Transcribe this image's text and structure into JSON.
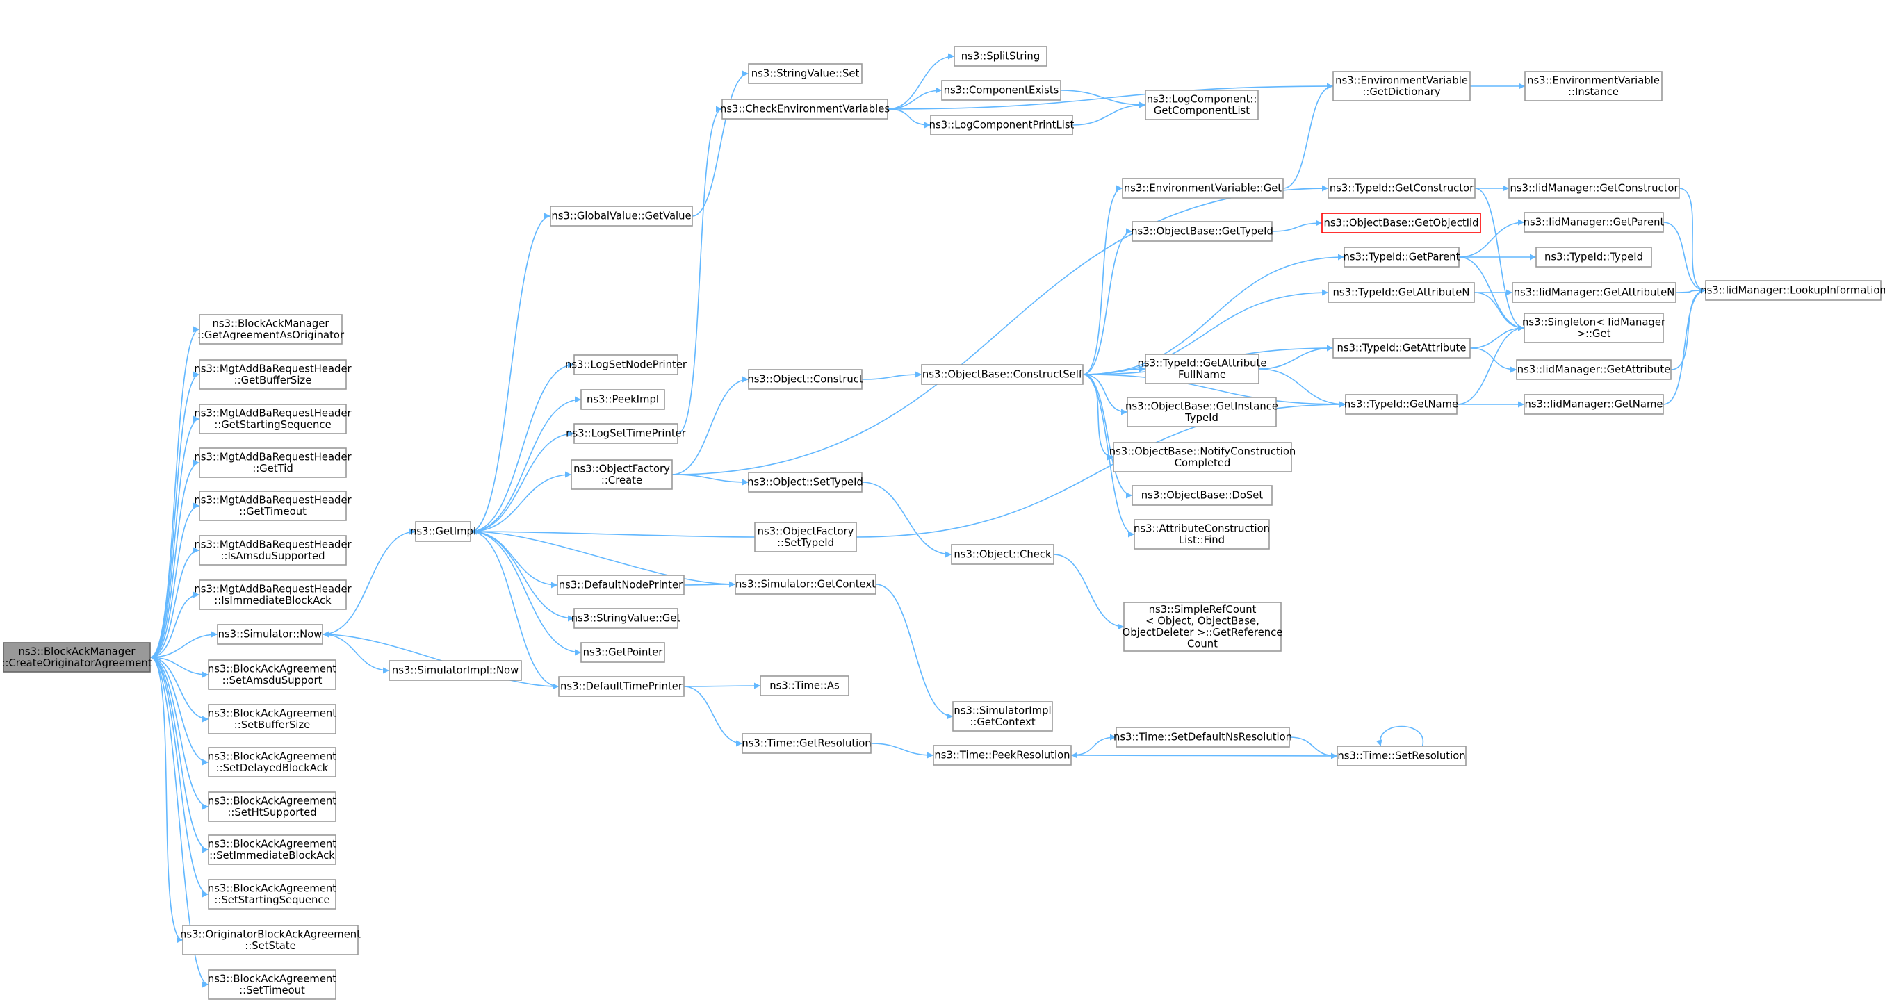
{
  "graph_title": "",
  "colors": {
    "edge": "#63b8ff",
    "node_border": "#999999",
    "root_fill": "#999999",
    "missing_border": "#ff0000"
  },
  "nodes": [
    {
      "id": "root",
      "lines": [
        "ns3::BlockAckManager",
        "::CreateOriginatorAgreement"
      ],
      "kind": "root"
    },
    {
      "id": "getAgreementAsOriginator",
      "lines": [
        "ns3::BlockAckManager",
        "::GetAgreementAsOriginator"
      ]
    },
    {
      "id": "mgtGetBufferSize",
      "lines": [
        "ns3::MgtAddBaRequestHeader",
        "::GetBufferSize"
      ]
    },
    {
      "id": "mgtGetStartingSequence",
      "lines": [
        "ns3::MgtAddBaRequestHeader",
        "::GetStartingSequence"
      ]
    },
    {
      "id": "mgtGetTid",
      "lines": [
        "ns3::MgtAddBaRequestHeader",
        "::GetTid"
      ]
    },
    {
      "id": "mgtGetTimeout",
      "lines": [
        "ns3::MgtAddBaRequestHeader",
        "::GetTimeout"
      ]
    },
    {
      "id": "mgtIsAmsduSupported",
      "lines": [
        "ns3::MgtAddBaRequestHeader",
        "::IsAmsduSupported"
      ]
    },
    {
      "id": "mgtIsImmediateBlockAck",
      "lines": [
        "ns3::MgtAddBaRequestHeader",
        "::IsImmediateBlockAck"
      ]
    },
    {
      "id": "simulatorNow",
      "lines": [
        "ns3::Simulator::Now"
      ]
    },
    {
      "id": "baSetAmsduSupport",
      "lines": [
        "ns3::BlockAckAgreement",
        "::SetAmsduSupport"
      ]
    },
    {
      "id": "baSetBufferSize",
      "lines": [
        "ns3::BlockAckAgreement",
        "::SetBufferSize"
      ]
    },
    {
      "id": "baSetDelayedBlockAck",
      "lines": [
        "ns3::BlockAckAgreement",
        "::SetDelayedBlockAck"
      ]
    },
    {
      "id": "baSetHtSupported",
      "lines": [
        "ns3::BlockAckAgreement",
        "::SetHtSupported"
      ]
    },
    {
      "id": "baSetImmediateBlockAck",
      "lines": [
        "ns3::BlockAckAgreement",
        "::SetImmediateBlockAck"
      ]
    },
    {
      "id": "baSetStartingSequence",
      "lines": [
        "ns3::BlockAckAgreement",
        "::SetStartingSequence"
      ]
    },
    {
      "id": "obaSetState",
      "lines": [
        "ns3::OriginatorBlockAckAgreement",
        "::SetState"
      ]
    },
    {
      "id": "baSetTimeout",
      "lines": [
        "ns3::BlockAckAgreement",
        "::SetTimeout"
      ]
    },
    {
      "id": "getImpl",
      "lines": [
        "ns3::GetImpl"
      ]
    },
    {
      "id": "simImplNow",
      "lines": [
        "ns3::SimulatorImpl::Now"
      ]
    },
    {
      "id": "globalValueGetValue",
      "lines": [
        "ns3::GlobalValue::GetValue"
      ]
    },
    {
      "id": "logSetNodePrinter",
      "lines": [
        "ns3::LogSetNodePrinter"
      ]
    },
    {
      "id": "peekImpl",
      "lines": [
        "ns3::PeekImpl"
      ]
    },
    {
      "id": "logSetTimePrinter",
      "lines": [
        "ns3::LogSetTimePrinter"
      ]
    },
    {
      "id": "objectFactoryCreate",
      "lines": [
        "ns3::ObjectFactory",
        "::Create"
      ]
    },
    {
      "id": "defaultNodePrinter",
      "lines": [
        "ns3::DefaultNodePrinter"
      ]
    },
    {
      "id": "stringValueGet",
      "lines": [
        "ns3::StringValue::Get"
      ]
    },
    {
      "id": "getPointer",
      "lines": [
        "ns3::GetPointer"
      ]
    },
    {
      "id": "defaultTimePrinter",
      "lines": [
        "ns3::DefaultTimePrinter"
      ]
    },
    {
      "id": "stringValueSet",
      "lines": [
        "ns3::StringValue::Set"
      ]
    },
    {
      "id": "checkEnvVars",
      "lines": [
        "ns3::CheckEnvironmentVariables"
      ]
    },
    {
      "id": "objectConstruct",
      "lines": [
        "ns3::Object::Construct"
      ]
    },
    {
      "id": "objectSetTypeId",
      "lines": [
        "ns3::Object::SetTypeId"
      ]
    },
    {
      "id": "objectFactorySetTypeId",
      "lines": [
        "ns3::ObjectFactory",
        "::SetTypeId"
      ]
    },
    {
      "id": "simulatorGetContext",
      "lines": [
        "ns3::Simulator::GetContext"
      ]
    },
    {
      "id": "timeAs",
      "lines": [
        "ns3::Time::As"
      ]
    },
    {
      "id": "timeGetResolution",
      "lines": [
        "ns3::Time::GetResolution"
      ]
    },
    {
      "id": "splitString",
      "lines": [
        "ns3::SplitString"
      ]
    },
    {
      "id": "componentExists",
      "lines": [
        "ns3::ComponentExists"
      ]
    },
    {
      "id": "logComponentPrintList",
      "lines": [
        "ns3::LogComponentPrintList"
      ]
    },
    {
      "id": "objectBaseConstructSelf",
      "lines": [
        "ns3::ObjectBase::ConstructSelf"
      ]
    },
    {
      "id": "objectCheck",
      "lines": [
        "ns3::Object::Check"
      ]
    },
    {
      "id": "simImplGetContext",
      "lines": [
        "ns3::SimulatorImpl",
        "::GetContext"
      ]
    },
    {
      "id": "timePeekResolution",
      "lines": [
        "ns3::Time::PeekResolution"
      ]
    },
    {
      "id": "logComponentGetList",
      "lines": [
        "ns3::LogComponent::",
        "GetComponentList"
      ]
    },
    {
      "id": "envVarGet",
      "lines": [
        "ns3::EnvironmentVariable::Get"
      ]
    },
    {
      "id": "objectBaseGetTypeId",
      "lines": [
        "ns3::ObjectBase::GetTypeId"
      ]
    },
    {
      "id": "typeIdGetAttributeFullName",
      "lines": [
        "ns3::TypeId::GetAttribute",
        "FullName"
      ]
    },
    {
      "id": "objectBaseGetInstanceTypeId",
      "lines": [
        "ns3::ObjectBase::GetInstance",
        "TypeId"
      ]
    },
    {
      "id": "objectBaseNotifyConstruction",
      "lines": [
        "ns3::ObjectBase::NotifyConstruction",
        "Completed"
      ]
    },
    {
      "id": "objectBaseDoSet",
      "lines": [
        "ns3::ObjectBase::DoSet"
      ]
    },
    {
      "id": "attrConstructionListFind",
      "lines": [
        "ns3::AttributeConstruction",
        "List::Find"
      ]
    },
    {
      "id": "simpleRefCount",
      "lines": [
        "ns3::SimpleRefCount",
        "< Object, ObjectBase,",
        "ObjectDeleter >::GetReference",
        "Count"
      ]
    },
    {
      "id": "timeSetDefaultNsResolution",
      "lines": [
        "ns3::Time::SetDefaultNsResolution"
      ]
    },
    {
      "id": "envVarGetDictionary",
      "lines": [
        "ns3::EnvironmentVariable",
        "::GetDictionary"
      ]
    },
    {
      "id": "typeIdGetConstructor",
      "lines": [
        "ns3::TypeId::GetConstructor"
      ]
    },
    {
      "id": "objectBaseGetObjectIid",
      "lines": [
        "ns3::ObjectBase::GetObjectIid"
      ],
      "kind": "red"
    },
    {
      "id": "typeIdGetParent",
      "lines": [
        "ns3::TypeId::GetParent"
      ]
    },
    {
      "id": "typeIdGetAttributeN",
      "lines": [
        "ns3::TypeId::GetAttributeN"
      ]
    },
    {
      "id": "typeIdGetAttribute",
      "lines": [
        "ns3::TypeId::GetAttribute"
      ]
    },
    {
      "id": "typeIdGetName",
      "lines": [
        "ns3::TypeId::GetName"
      ]
    },
    {
      "id": "timeSetResolution",
      "lines": [
        "ns3::Time::SetResolution"
      ]
    },
    {
      "id": "envVarInstance",
      "lines": [
        "ns3::EnvironmentVariable",
        "::Instance"
      ]
    },
    {
      "id": "iidGetConstructor",
      "lines": [
        "ns3::IidManager::GetConstructor"
      ]
    },
    {
      "id": "iidGetParent",
      "lines": [
        "ns3::IidManager::GetParent"
      ]
    },
    {
      "id": "typeIdTypeId",
      "lines": [
        "ns3::TypeId::TypeId"
      ]
    },
    {
      "id": "iidGetAttributeN",
      "lines": [
        "ns3::IidManager::GetAttributeN"
      ]
    },
    {
      "id": "singletonGet",
      "lines": [
        "ns3::Singleton< IidManager",
        ">::Get"
      ]
    },
    {
      "id": "iidGetAttribute",
      "lines": [
        "ns3::IidManager::GetAttribute"
      ]
    },
    {
      "id": "iidGetName",
      "lines": [
        "ns3::IidManager::GetName"
      ]
    },
    {
      "id": "iidLookupInformation",
      "lines": [
        "ns3::IidManager::LookupInformation"
      ]
    }
  ],
  "edges": [
    [
      "root",
      "getAgreementAsOriginator"
    ],
    [
      "root",
      "mgtGetBufferSize"
    ],
    [
      "root",
      "mgtGetStartingSequence"
    ],
    [
      "root",
      "mgtGetTid"
    ],
    [
      "root",
      "mgtGetTimeout"
    ],
    [
      "root",
      "mgtIsAmsduSupported"
    ],
    [
      "root",
      "mgtIsImmediateBlockAck"
    ],
    [
      "root",
      "simulatorNow"
    ],
    [
      "root",
      "baSetAmsduSupport"
    ],
    [
      "root",
      "baSetBufferSize"
    ],
    [
      "root",
      "baSetDelayedBlockAck"
    ],
    [
      "root",
      "baSetHtSupported"
    ],
    [
      "root",
      "baSetImmediateBlockAck"
    ],
    [
      "root",
      "baSetStartingSequence"
    ],
    [
      "root",
      "obaSetState"
    ],
    [
      "root",
      "baSetTimeout"
    ],
    [
      "simulatorNow",
      "getImpl"
    ],
    [
      "simulatorNow",
      "simImplNow"
    ],
    [
      "getImpl",
      "globalValueGetValue"
    ],
    [
      "getImpl",
      "logSetNodePrinter"
    ],
    [
      "getImpl",
      "peekImpl"
    ],
    [
      "getImpl",
      "logSetTimePrinter"
    ],
    [
      "getImpl",
      "objectFactoryCreate"
    ],
    [
      "getImpl",
      "defaultNodePrinter"
    ],
    [
      "getImpl",
      "stringValueGet"
    ],
    [
      "getImpl",
      "getPointer"
    ],
    [
      "getImpl",
      "defaultTimePrinter"
    ],
    [
      "globalValueGetValue",
      "stringValueSet"
    ],
    [
      "logSetTimePrinter",
      "checkEnvVars"
    ],
    [
      "objectFactoryCreate",
      "objectConstruct"
    ],
    [
      "objectFactoryCreate",
      "objectSetTypeId"
    ],
    [
      "objectFactoryCreate",
      "typeIdGetConstructor"
    ],
    [
      "objectFactorySetTypeId",
      "getImpl"
    ],
    [
      "objectFactorySetTypeId",
      "typeIdGetName"
    ],
    [
      "defaultNodePrinter",
      "simulatorGetContext"
    ],
    [
      "simulatorGetContext",
      "getImpl"
    ],
    [
      "simulatorGetContext",
      "simImplGetContext"
    ],
    [
      "defaultTimePrinter",
      "simulatorNow"
    ],
    [
      "defaultTimePrinter",
      "timeAs"
    ],
    [
      "defaultTimePrinter",
      "timeGetResolution"
    ],
    [
      "checkEnvVars",
      "splitString"
    ],
    [
      "checkEnvVars",
      "componentExists"
    ],
    [
      "checkEnvVars",
      "logComponentPrintList"
    ],
    [
      "checkEnvVars",
      "envVarGetDictionary"
    ],
    [
      "componentExists",
      "logComponentGetList"
    ],
    [
      "logComponentPrintList",
      "logComponentGetList"
    ],
    [
      "objectConstruct",
      "objectBaseConstructSelf"
    ],
    [
      "objectSetTypeId",
      "objectCheck"
    ],
    [
      "objectCheck",
      "simpleRefCount"
    ],
    [
      "timeGetResolution",
      "timePeekResolution"
    ],
    [
      "timePeekResolution",
      "timeSetDefaultNsResolution"
    ],
    [
      "timeSetDefaultNsResolution",
      "timeSetResolution"
    ],
    [
      "timeSetResolution",
      "timePeekResolution"
    ],
    [
      "timeSetResolution",
      "timeSetResolution"
    ],
    [
      "objectBaseConstructSelf",
      "envVarGet"
    ],
    [
      "objectBaseConstructSelf",
      "objectBaseGetTypeId"
    ],
    [
      "objectBaseConstructSelf",
      "typeIdGetParent"
    ],
    [
      "objectBaseConstructSelf",
      "typeIdGetAttributeN"
    ],
    [
      "objectBaseConstructSelf",
      "typeIdGetAttribute"
    ],
    [
      "objectBaseConstructSelf",
      "typeIdGetAttributeFullName"
    ],
    [
      "objectBaseConstructSelf",
      "objectBaseGetInstanceTypeId"
    ],
    [
      "objectBaseConstructSelf",
      "objectBaseNotifyConstruction"
    ],
    [
      "objectBaseConstructSelf",
      "objectBaseDoSet"
    ],
    [
      "objectBaseConstructSelf",
      "attrConstructionListFind"
    ],
    [
      "objectBaseConstructSelf",
      "typeIdGetName"
    ],
    [
      "envVarGet",
      "envVarGetDictionary"
    ],
    [
      "envVarGetDictionary",
      "envVarInstance"
    ],
    [
      "objectBaseGetTypeId",
      "objectBaseGetObjectIid"
    ],
    [
      "typeIdGetAttributeFullName",
      "typeIdGetAttribute"
    ],
    [
      "typeIdGetAttributeFullName",
      "typeIdGetName"
    ],
    [
      "typeIdGetConstructor",
      "iidGetConstructor"
    ],
    [
      "typeIdGetConstructor",
      "singletonGet"
    ],
    [
      "typeIdGetParent",
      "iidGetParent"
    ],
    [
      "typeIdGetParent",
      "typeIdTypeId"
    ],
    [
      "typeIdGetParent",
      "singletonGet"
    ],
    [
      "typeIdGetAttributeN",
      "iidGetAttributeN"
    ],
    [
      "typeIdGetAttributeN",
      "singletonGet"
    ],
    [
      "typeIdGetAttribute",
      "iidGetAttribute"
    ],
    [
      "typeIdGetAttribute",
      "singletonGet"
    ],
    [
      "typeIdGetName",
      "iidGetName"
    ],
    [
      "typeIdGetName",
      "singletonGet"
    ],
    [
      "iidGetConstructor",
      "iidLookupInformation"
    ],
    [
      "iidGetParent",
      "iidLookupInformation"
    ],
    [
      "iidGetAttributeN",
      "iidLookupInformation"
    ],
    [
      "iidGetAttribute",
      "iidLookupInformation"
    ],
    [
      "iidGetName",
      "iidLookupInformation"
    ]
  ]
}
